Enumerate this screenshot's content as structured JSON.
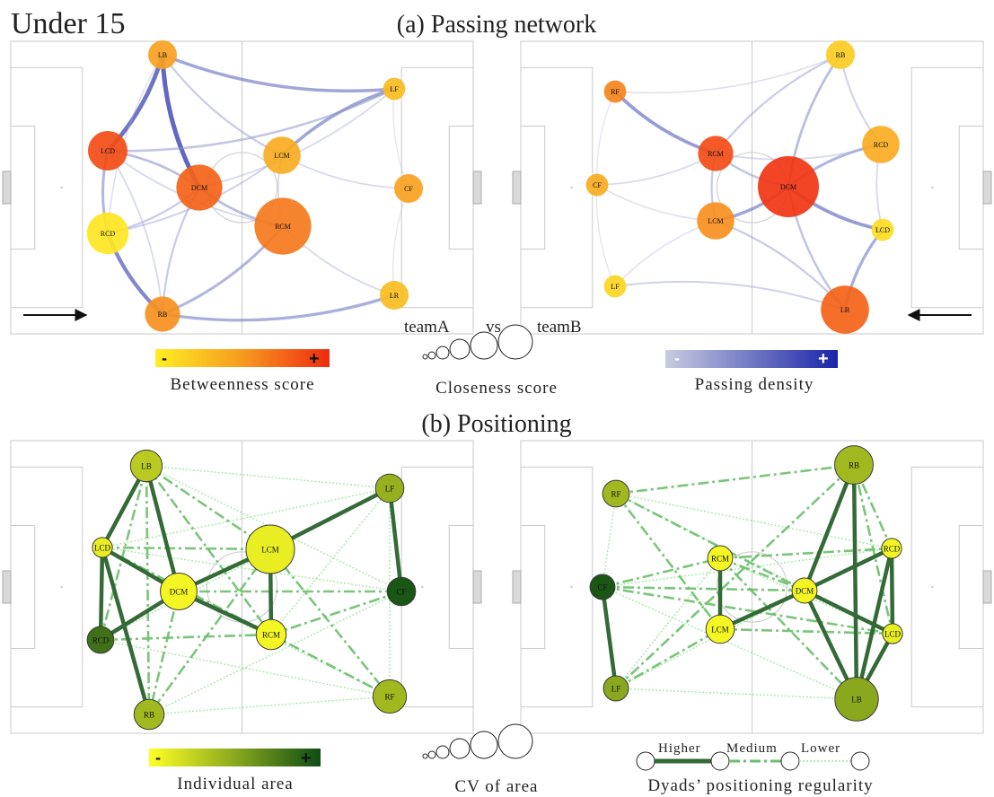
{
  "main_title": "Under 15",
  "panel_a": {
    "title": "(a) Passing network",
    "vs_label": "vs.",
    "team_a_label": "teamA",
    "team_b_label": "teamB",
    "team_a": {
      "direction": "right",
      "nodes": [
        {
          "id": "LB",
          "betweenness": 0.45,
          "closeness": 0.25
        },
        {
          "id": "LF",
          "betweenness": 0.3,
          "closeness": 0.1
        },
        {
          "id": "LCD",
          "betweenness": 0.85,
          "closeness": 0.5
        },
        {
          "id": "LCM",
          "betweenness": 0.4,
          "closeness": 0.45
        },
        {
          "id": "DCM",
          "betweenness": 0.75,
          "closeness": 0.65
        },
        {
          "id": "CF",
          "betweenness": 0.45,
          "closeness": 0.25
        },
        {
          "id": "RCD",
          "betweenness": 0.05,
          "closeness": 0.55
        },
        {
          "id": "RCM",
          "betweenness": 0.65,
          "closeness": 0.9
        },
        {
          "id": "LR",
          "betweenness": 0.3,
          "closeness": 0.25
        },
        {
          "id": "RB",
          "betweenness": 0.55,
          "closeness": 0.4
        }
      ],
      "edges": [
        {
          "from": "LCD",
          "to": "LB",
          "density": 0.8
        },
        {
          "from": "LB",
          "to": "DCM",
          "density": 0.85
        },
        {
          "from": "LB",
          "to": "LF",
          "density": 0.55
        },
        {
          "from": "LF",
          "to": "LCM",
          "density": 0.55
        },
        {
          "from": "RCD",
          "to": "RB",
          "density": 0.7
        },
        {
          "from": "RB",
          "to": "LR",
          "density": 0.5
        },
        {
          "from": "LCD",
          "to": "RCD",
          "density": 0.45
        },
        {
          "from": "DCM",
          "to": "LCD",
          "density": 0.4
        },
        {
          "from": "DCM",
          "to": "RCM",
          "density": 0.4
        },
        {
          "from": "RB",
          "to": "RCM",
          "density": 0.45
        },
        {
          "from": "LCD",
          "to": "LF",
          "density": 0.35
        },
        {
          "from": "LB",
          "to": "LCM",
          "density": 0.3
        },
        {
          "from": "DCM",
          "to": "RB",
          "density": 0.3
        },
        {
          "from": "LCM",
          "to": "CF",
          "density": 0.2
        },
        {
          "from": "RCM",
          "to": "LR",
          "density": 0.2
        },
        {
          "from": "RCD",
          "to": "DCM",
          "density": 0.3
        },
        {
          "from": "LB",
          "to": "RCD",
          "density": 0.15
        },
        {
          "from": "LF",
          "to": "CF",
          "density": 0.1
        },
        {
          "from": "CF",
          "to": "LR",
          "density": 0.1
        },
        {
          "from": "LCM",
          "to": "RCM",
          "density": 0.2
        },
        {
          "from": "RB",
          "to": "LCD",
          "density": 0.2
        },
        {
          "from": "RCD",
          "to": "LCM",
          "density": 0.25
        },
        {
          "from": "DCM",
          "to": "LF",
          "density": 0.2
        },
        {
          "from": "LCD",
          "to": "RCM",
          "density": 0.2
        }
      ]
    },
    "team_b": {
      "direction": "left",
      "nodes": [
        {
          "id": "RB",
          "betweenness": 0.2,
          "closeness": 0.25
        },
        {
          "id": "RF",
          "betweenness": 0.6,
          "closeness": 0.1
        },
        {
          "id": "RCD",
          "betweenness": 0.4,
          "closeness": 0.45
        },
        {
          "id": "RCM",
          "betweenness": 0.85,
          "closeness": 0.4
        },
        {
          "id": "DCM",
          "betweenness": 0.95,
          "closeness": 1.0
        },
        {
          "id": "CF",
          "betweenness": 0.4,
          "closeness": 0.1
        },
        {
          "id": "LCM",
          "betweenness": 0.55,
          "closeness": 0.45
        },
        {
          "id": "LCD",
          "betweenness": 0.1,
          "closeness": 0.1
        },
        {
          "id": "LF",
          "betweenness": 0.15,
          "closeness": 0.1
        },
        {
          "id": "LB",
          "betweenness": 0.75,
          "closeness": 0.7
        }
      ],
      "edges": [
        {
          "from": "RF",
          "to": "RCM",
          "density": 0.6
        },
        {
          "from": "DCM",
          "to": "LCD",
          "density": 0.6
        },
        {
          "from": "LCD",
          "to": "LB",
          "density": 0.5
        },
        {
          "from": "LCM",
          "to": "DCM",
          "density": 0.55
        },
        {
          "from": "RCD",
          "to": "DCM",
          "density": 0.45
        },
        {
          "from": "RB",
          "to": "DCM",
          "density": 0.4
        },
        {
          "from": "RB",
          "to": "RCM",
          "density": 0.3
        },
        {
          "from": "RCM",
          "to": "DCM",
          "density": 0.35
        },
        {
          "from": "LB",
          "to": "LF",
          "density": 0.25
        },
        {
          "from": "LB",
          "to": "LCM",
          "density": 0.3
        },
        {
          "from": "RCM",
          "to": "LCM",
          "density": 0.3
        },
        {
          "from": "CF",
          "to": "RCM",
          "density": 0.2
        },
        {
          "from": "CF",
          "to": "LCM",
          "density": 0.15
        },
        {
          "from": "RF",
          "to": "RB",
          "density": 0.15
        },
        {
          "from": "RB",
          "to": "RCD",
          "density": 0.25
        },
        {
          "from": "RCD",
          "to": "LCD",
          "density": 0.2
        },
        {
          "from": "LCM",
          "to": "LF",
          "density": 0.15
        },
        {
          "from": "RF",
          "to": "CF",
          "density": 0.1
        },
        {
          "from": "CF",
          "to": "LF",
          "density": 0.1
        },
        {
          "from": "DCM",
          "to": "LB",
          "density": 0.35
        },
        {
          "from": "RCM",
          "to": "RCD",
          "density": 0.2
        }
      ]
    },
    "legend": {
      "betweenness_label": "Betweenness score",
      "closeness_label": "Closeness score",
      "density_label": "Passing density",
      "minus": "-",
      "plus": "+"
    }
  },
  "panel_b": {
    "title": "(b) Positioning",
    "team_a": {
      "nodes": [
        {
          "id": "LB",
          "area": 0.3,
          "cv": 0.4
        },
        {
          "id": "LF",
          "area": 0.45,
          "cv": 0.3
        },
        {
          "id": "LCD",
          "area": 0.1,
          "cv": 0.05
        },
        {
          "id": "LCM",
          "area": 0.1,
          "cv": 0.9
        },
        {
          "id": "DCM",
          "area": 0.05,
          "cv": 0.55
        },
        {
          "id": "CF",
          "area": 0.95,
          "cv": 0.3
        },
        {
          "id": "RCD",
          "area": 0.8,
          "cv": 0.25
        },
        {
          "id": "RCM",
          "area": 0.05,
          "cv": 0.35
        },
        {
          "id": "RF",
          "area": 0.4,
          "cv": 0.45
        },
        {
          "id": "RB",
          "area": 0.4,
          "cv": 0.35
        }
      ],
      "edges": [
        {
          "from": "LB",
          "to": "LCD",
          "regularity": "Higher"
        },
        {
          "from": "LB",
          "to": "DCM",
          "regularity": "Higher"
        },
        {
          "from": "LCD",
          "to": "DCM",
          "regularity": "Higher"
        },
        {
          "from": "LCD",
          "to": "RB",
          "regularity": "Higher"
        },
        {
          "from": "DCM",
          "to": "RCD",
          "regularity": "Higher"
        },
        {
          "from": "DCM",
          "to": "LCM",
          "regularity": "Higher"
        },
        {
          "from": "DCM",
          "to": "RCM",
          "regularity": "Higher"
        },
        {
          "from": "LCM",
          "to": "RCM",
          "regularity": "Higher"
        },
        {
          "from": "LCM",
          "to": "LF",
          "regularity": "Higher"
        },
        {
          "from": "LF",
          "to": "CF",
          "regularity": "Higher"
        },
        {
          "from": "LCD",
          "to": "RCD",
          "regularity": "Higher"
        },
        {
          "from": "LB",
          "to": "LCM",
          "regularity": "Medium"
        },
        {
          "from": "LB",
          "to": "RCM",
          "regularity": "Medium"
        },
        {
          "from": "LB",
          "to": "RB",
          "regularity": "Medium"
        },
        {
          "from": "LCD",
          "to": "LCM",
          "regularity": "Medium"
        },
        {
          "from": "LCD",
          "to": "RCM",
          "regularity": "Medium"
        },
        {
          "from": "RCD",
          "to": "RCM",
          "regularity": "Medium"
        },
        {
          "from": "RCD",
          "to": "LB",
          "regularity": "Medium"
        },
        {
          "from": "DCM",
          "to": "RB",
          "regularity": "Medium"
        },
        {
          "from": "RCM",
          "to": "RF",
          "regularity": "Medium"
        },
        {
          "from": "LCM",
          "to": "RF",
          "regularity": "Medium"
        },
        {
          "from": "LCM",
          "to": "RB",
          "regularity": "Medium"
        },
        {
          "from": "RCM",
          "to": "CF",
          "regularity": "Medium"
        },
        {
          "from": "DCM",
          "to": "CF",
          "regularity": "Medium"
        },
        {
          "from": "LB",
          "to": "LF",
          "regularity": "Lower"
        },
        {
          "from": "LB",
          "to": "CF",
          "regularity": "Lower"
        },
        {
          "from": "RB",
          "to": "RF",
          "regularity": "Lower"
        },
        {
          "from": "RB",
          "to": "CF",
          "regularity": "Lower"
        },
        {
          "from": "RCD",
          "to": "RF",
          "regularity": "Lower"
        },
        {
          "from": "LCD",
          "to": "LF",
          "regularity": "Lower"
        },
        {
          "from": "LCD",
          "to": "CF",
          "regularity": "Lower"
        },
        {
          "from": "RCD",
          "to": "LF",
          "regularity": "Lower"
        },
        {
          "from": "RCM",
          "to": "LF",
          "regularity": "Lower"
        },
        {
          "from": "LF",
          "to": "RF",
          "regularity": "Lower"
        },
        {
          "from": "DCM",
          "to": "RF",
          "regularity": "Lower"
        }
      ]
    },
    "team_b": {
      "nodes": [
        {
          "id": "RB",
          "area": 0.4,
          "cv": 0.6
        },
        {
          "id": "RF",
          "area": 0.4,
          "cv": 0.25
        },
        {
          "id": "RCD",
          "area": 0.05,
          "cv": 0.05
        },
        {
          "id": "RCM",
          "area": 0.05,
          "cv": 0.2
        },
        {
          "id": "DCM",
          "area": 0.05,
          "cv": 0.2
        },
        {
          "id": "CF",
          "area": 0.95,
          "cv": 0.2
        },
        {
          "id": "LCM",
          "area": 0.05,
          "cv": 0.3
        },
        {
          "id": "LCD",
          "area": 0.1,
          "cv": 0.05
        },
        {
          "id": "LF",
          "area": 0.5,
          "cv": 0.2
        },
        {
          "id": "LB",
          "area": 0.5,
          "cv": 0.75
        }
      ],
      "edges": [
        {
          "from": "RB",
          "to": "DCM",
          "regularity": "Higher"
        },
        {
          "from": "RB",
          "to": "LB",
          "regularity": "Higher"
        },
        {
          "from": "RCM",
          "to": "LCM",
          "regularity": "Higher"
        },
        {
          "from": "LCM",
          "to": "DCM",
          "regularity": "Higher"
        },
        {
          "from": "DCM",
          "to": "RCD",
          "regularity": "Higher"
        },
        {
          "from": "DCM",
          "to": "LB",
          "regularity": "Higher"
        },
        {
          "from": "DCM",
          "to": "LCD",
          "regularity": "Higher"
        },
        {
          "from": "RCD",
          "to": "LCD",
          "regularity": "Higher"
        },
        {
          "from": "LCD",
          "to": "LB",
          "regularity": "Higher"
        },
        {
          "from": "CF",
          "to": "LF",
          "regularity": "Higher"
        },
        {
          "from": "RCD",
          "to": "LB",
          "regularity": "Higher"
        },
        {
          "from": "RF",
          "to": "RB",
          "regularity": "Medium"
        },
        {
          "from": "RF",
          "to": "DCM",
          "regularity": "Medium"
        },
        {
          "from": "RF",
          "to": "LCM",
          "regularity": "Medium"
        },
        {
          "from": "CF",
          "to": "RCM",
          "regularity": "Medium"
        },
        {
          "from": "CF",
          "to": "DCM",
          "regularity": "Medium"
        },
        {
          "from": "CF",
          "to": "LCD",
          "regularity": "Medium"
        },
        {
          "from": "RCM",
          "to": "DCM",
          "regularity": "Medium"
        },
        {
          "from": "RCM",
          "to": "RCD",
          "regularity": "Medium"
        },
        {
          "from": "RCM",
          "to": "LB",
          "regularity": "Medium"
        },
        {
          "from": "LCM",
          "to": "LCD",
          "regularity": "Medium"
        },
        {
          "from": "LF",
          "to": "LCM",
          "regularity": "Medium"
        },
        {
          "from": "LF",
          "to": "RB",
          "regularity": "Medium"
        },
        {
          "from": "RB",
          "to": "RCD",
          "regularity": "Medium"
        },
        {
          "from": "RB",
          "to": "LCD",
          "regularity": "Medium"
        },
        {
          "from": "RF",
          "to": "CF",
          "regularity": "Lower"
        },
        {
          "from": "RF",
          "to": "RCD",
          "regularity": "Lower"
        },
        {
          "from": "RF",
          "to": "LCD",
          "regularity": "Lower"
        },
        {
          "from": "CF",
          "to": "RCD",
          "regularity": "Lower"
        },
        {
          "from": "CF",
          "to": "LB",
          "regularity": "Lower"
        },
        {
          "from": "LF",
          "to": "LB",
          "regularity": "Lower"
        },
        {
          "from": "LF",
          "to": "DCM",
          "regularity": "Lower"
        },
        {
          "from": "LF",
          "to": "RCM",
          "regularity": "Lower"
        },
        {
          "from": "RCM",
          "to": "LCD",
          "regularity": "Lower"
        }
      ]
    },
    "legend": {
      "area_label": "Individual area",
      "cv_label": "CV of area",
      "regularity_label": "Dyads’ positioning regularity",
      "higher": "Higher",
      "medium": "Medium",
      "lower": "Lower",
      "minus": "-",
      "plus": "+"
    }
  },
  "colors": {
    "betweenness_low": "#ffee22",
    "betweenness_high": "#f02a10",
    "density_low": "#c8cce0",
    "density_high": "#1a24a8",
    "area_low": "#ffff22",
    "area_high": "#0e4d14",
    "regularity_high": "#336a35",
    "regularity_medium": "#6cbf6c",
    "regularity_low": "#9fe49f",
    "pitch_line": "#c9c9c9"
  }
}
